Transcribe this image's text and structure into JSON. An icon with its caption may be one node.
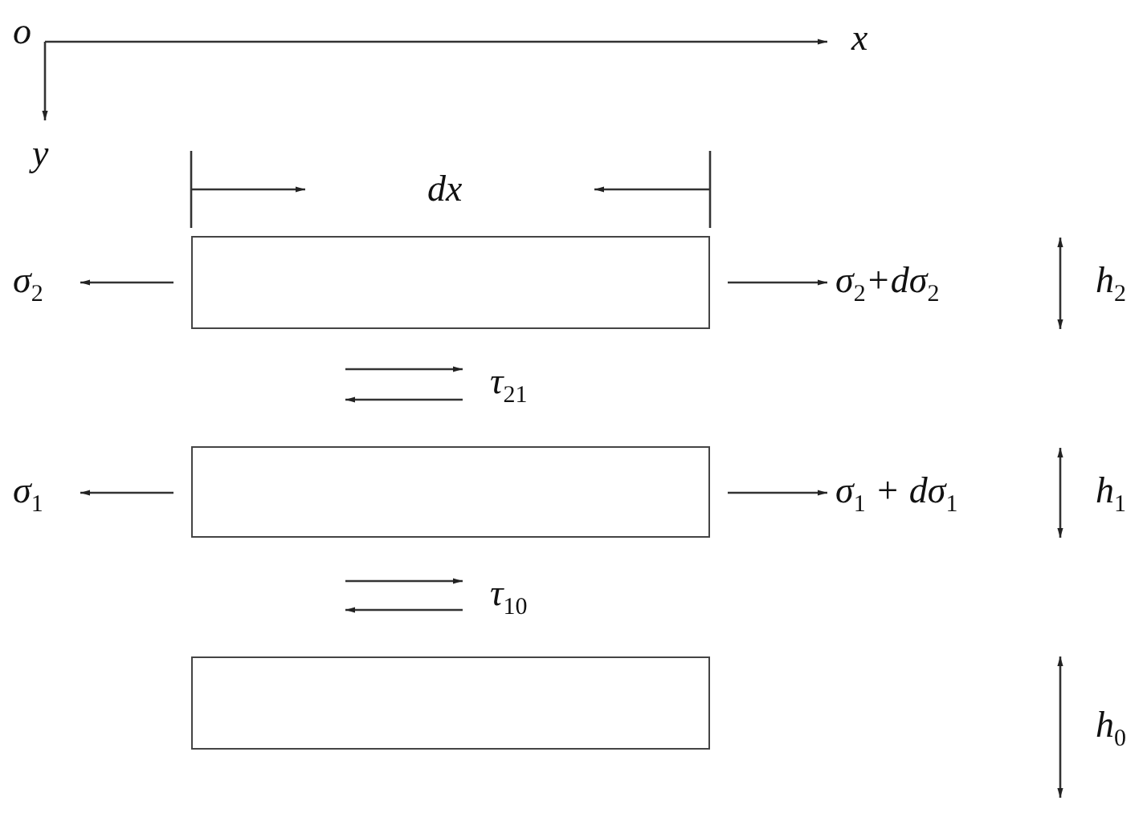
{
  "diagram": {
    "nodes": [
      {
        "text": [],
        "shape": "box"
      },
      {
        "text": [],
        "shape": "box"
      },
      {
        "text": [],
        "shape": "box"
      }
    ],
    "edges": [],
    "labels": [
      "o",
      "x",
      "y",
      "dx",
      "σ$_{2}$",
      "σ$_{2}$+dσ$_{2}$",
      "h$_{2}$",
      "τ$_{21}$",
      "σ$_{1}$",
      "σ$_{1}$ + dσ$_{1}$",
      "h$_{1}$",
      "τ$_{10}$",
      "h$_{0}$"
    ]
  }
}
